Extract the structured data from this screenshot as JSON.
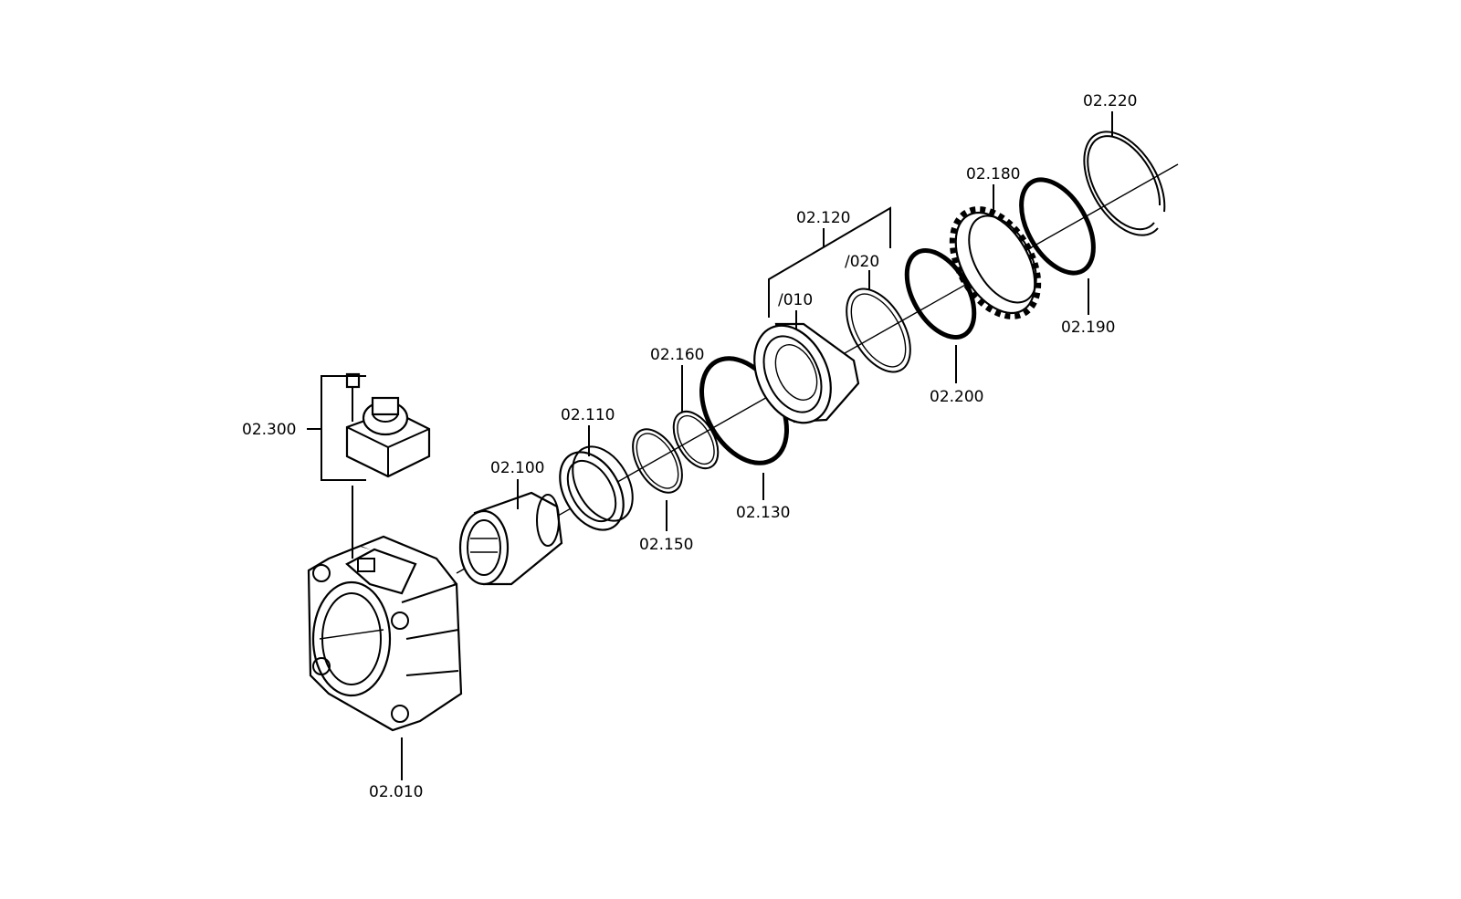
{
  "labels": {
    "p02_010": "02.010",
    "p02_100": "02.100",
    "p02_110": "02.110",
    "p02_120": "02.120",
    "p02_120_010": "/010",
    "p02_120_020": "/020",
    "p02_130": "02.130",
    "p02_150": "02.150",
    "p02_160": "02.160",
    "p02_180": "02.180",
    "p02_190": "02.190",
    "p02_200": "02.200",
    "p02_220": "02.220",
    "p02_300": "02.300"
  }
}
